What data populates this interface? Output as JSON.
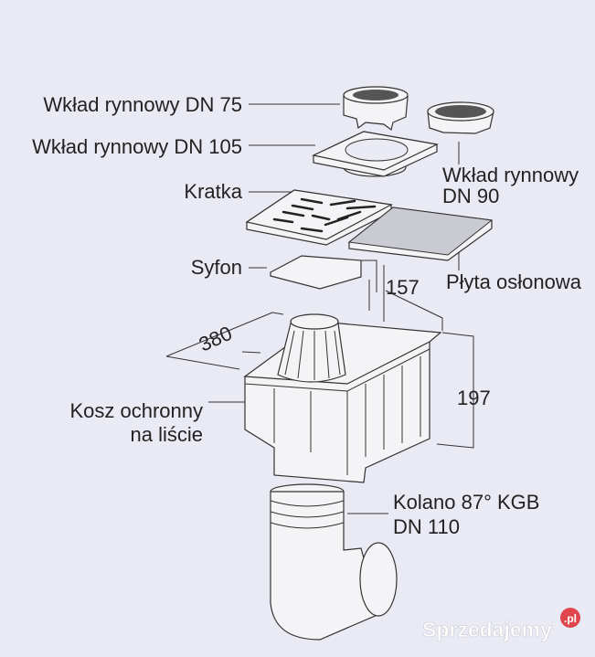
{
  "labels": {
    "insert_dn75": "Wkład rynnowy DN 75",
    "insert_dn105": "Wkład rynnowy DN 105",
    "grate": "Kratka",
    "siphon": "Syfon",
    "insert_dn90_line1": "Wkład rynnowy",
    "insert_dn90_line2": "DN 90",
    "cover_plate": "Płyta osłonowa",
    "basket_line1": "Kosz ochronny",
    "basket_line2": "na liście",
    "elbow_line1": "Kolano 87° KGB",
    "elbow_line2": "DN 110"
  },
  "dimensions": {
    "depth": "157",
    "length": "380",
    "height": "197"
  },
  "watermark": {
    "name": "Sprzedajemy",
    "tld": ".pl",
    "tld_color": "#e0474c"
  }
}
